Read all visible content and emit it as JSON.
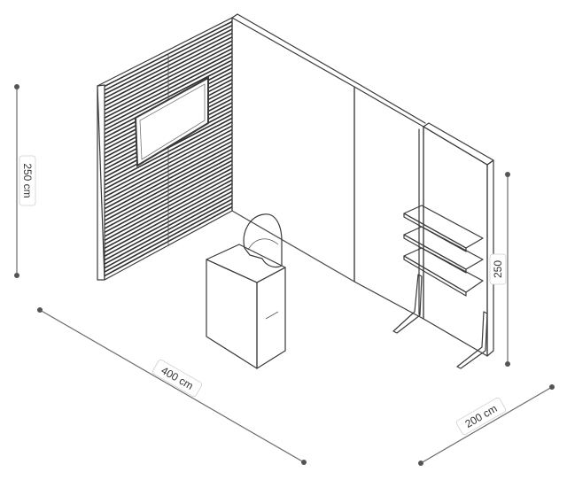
{
  "dimensions": {
    "height_left": "250 cm",
    "height_right": "250",
    "width": "400 cm",
    "depth": "200 cm"
  }
}
